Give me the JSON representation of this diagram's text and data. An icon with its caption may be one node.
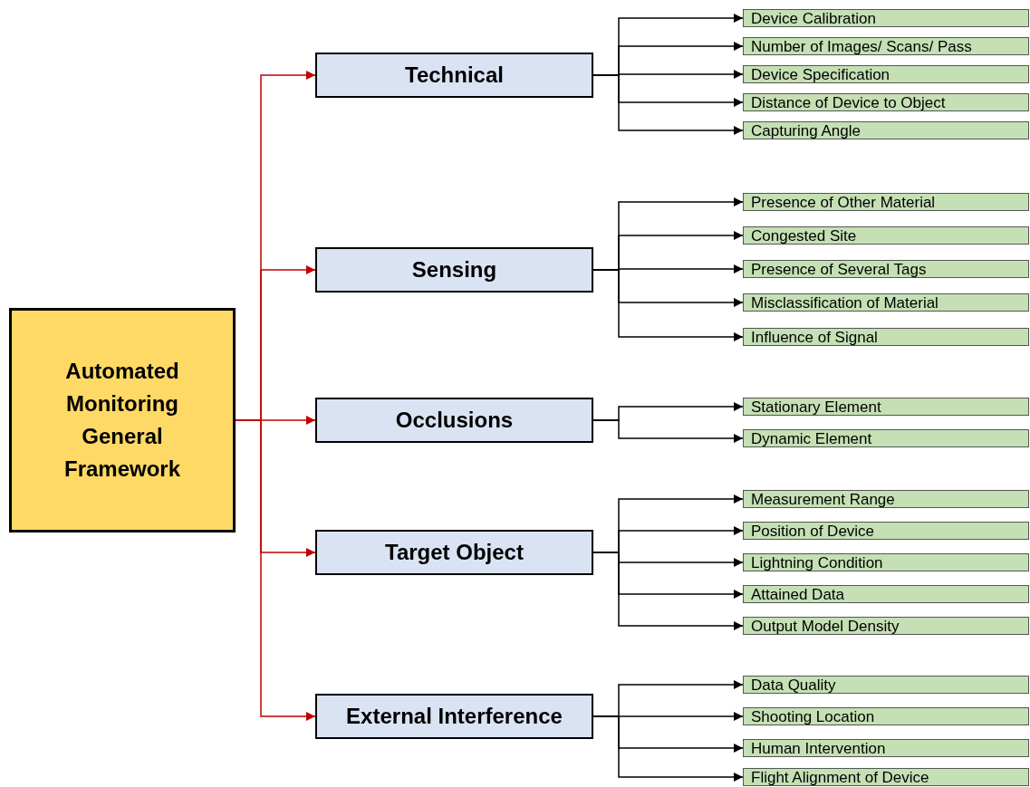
{
  "diagram": {
    "nodes": [
      {
        "text": [
          "Automated Monitoring General Framework"
        ]
      },
      {
        "text": [
          "Technical"
        ]
      },
      {
        "text": [
          "Device Calibration"
        ]
      },
      {
        "text": [
          "Number of Images/ Scans/ Pass"
        ]
      },
      {
        "text": [
          "Device Specification"
        ]
      },
      {
        "text": [
          "Distance of Device to Object"
        ]
      },
      {
        "text": [
          "Capturing Angle"
        ]
      },
      {
        "text": [
          "Sensing"
        ]
      },
      {
        "text": [
          "Presence of Other Material"
        ]
      },
      {
        "text": [
          "Congested Site"
        ]
      },
      {
        "text": [
          "Presence of Several Tags"
        ]
      },
      {
        "text": [
          "Misclassification of Material"
        ]
      },
      {
        "text": [
          "Influence of Signal"
        ]
      },
      {
        "text": [
          "Occlusions"
        ]
      },
      {
        "text": [
          "Stationary Element"
        ]
      },
      {
        "text": [
          "Dynamic Element"
        ]
      },
      {
        "text": [
          "Target Object"
        ]
      },
      {
        "text": [
          "Measurement Range"
        ]
      },
      {
        "text": [
          "Position of Device"
        ]
      },
      {
        "text": [
          "Lightning Condition"
        ]
      },
      {
        "text": [
          "Attained Data"
        ]
      },
      {
        "text": [
          "Output Model Density"
        ]
      },
      {
        "text": [
          "External Interference"
        ]
      },
      {
        "text": [
          "Data Quality"
        ]
      },
      {
        "text": [
          "Shooting Location"
        ]
      },
      {
        "text": [
          "Human Intervention"
        ]
      },
      {
        "text": [
          "Flight Alignment of Device"
        ]
      }
    ],
    "edges": [
      {
        "from": 0,
        "to": 1,
        "arrow": "to",
        "color": "#c00000"
      },
      {
        "from": 0,
        "to": 7,
        "arrow": "to",
        "color": "#c00000"
      },
      {
        "from": 0,
        "to": 13,
        "arrow": "to",
        "color": "#c00000"
      },
      {
        "from": 0,
        "to": 16,
        "arrow": "to",
        "color": "#c00000"
      },
      {
        "from": 0,
        "to": 22,
        "arrow": "to",
        "color": "#c00000"
      },
      {
        "from": 1,
        "to": 2,
        "arrow": "to"
      },
      {
        "from": 1,
        "to": 3,
        "arrow": "to"
      },
      {
        "from": 1,
        "to": 4,
        "arrow": "to"
      },
      {
        "from": 1,
        "to": 5,
        "arrow": "to"
      },
      {
        "from": 1,
        "to": 6,
        "arrow": "to"
      },
      {
        "from": 7,
        "to": 8,
        "arrow": "to"
      },
      {
        "from": 7,
        "to": 9,
        "arrow": "to"
      },
      {
        "from": 7,
        "to": 10,
        "arrow": "to"
      },
      {
        "from": 7,
        "to": 11,
        "arrow": "to"
      },
      {
        "from": 7,
        "to": 12,
        "arrow": "to"
      },
      {
        "from": 13,
        "to": 14,
        "arrow": "to"
      },
      {
        "from": 13,
        "to": 15,
        "arrow": "to"
      },
      {
        "from": 16,
        "to": 17,
        "arrow": "to"
      },
      {
        "from": 16,
        "to": 18,
        "arrow": "to"
      },
      {
        "from": 16,
        "to": 19,
        "arrow": "to"
      },
      {
        "from": 16,
        "to": 20,
        "arrow": "to"
      },
      {
        "from": 16,
        "to": 21,
        "arrow": "to"
      },
      {
        "from": 22,
        "to": 23,
        "arrow": "to"
      },
      {
        "from": 22,
        "to": 24,
        "arrow": "to"
      },
      {
        "from": 22,
        "to": 25,
        "arrow": "to"
      },
      {
        "from": 22,
        "to": 26,
        "arrow": "to"
      }
    ]
  }
}
